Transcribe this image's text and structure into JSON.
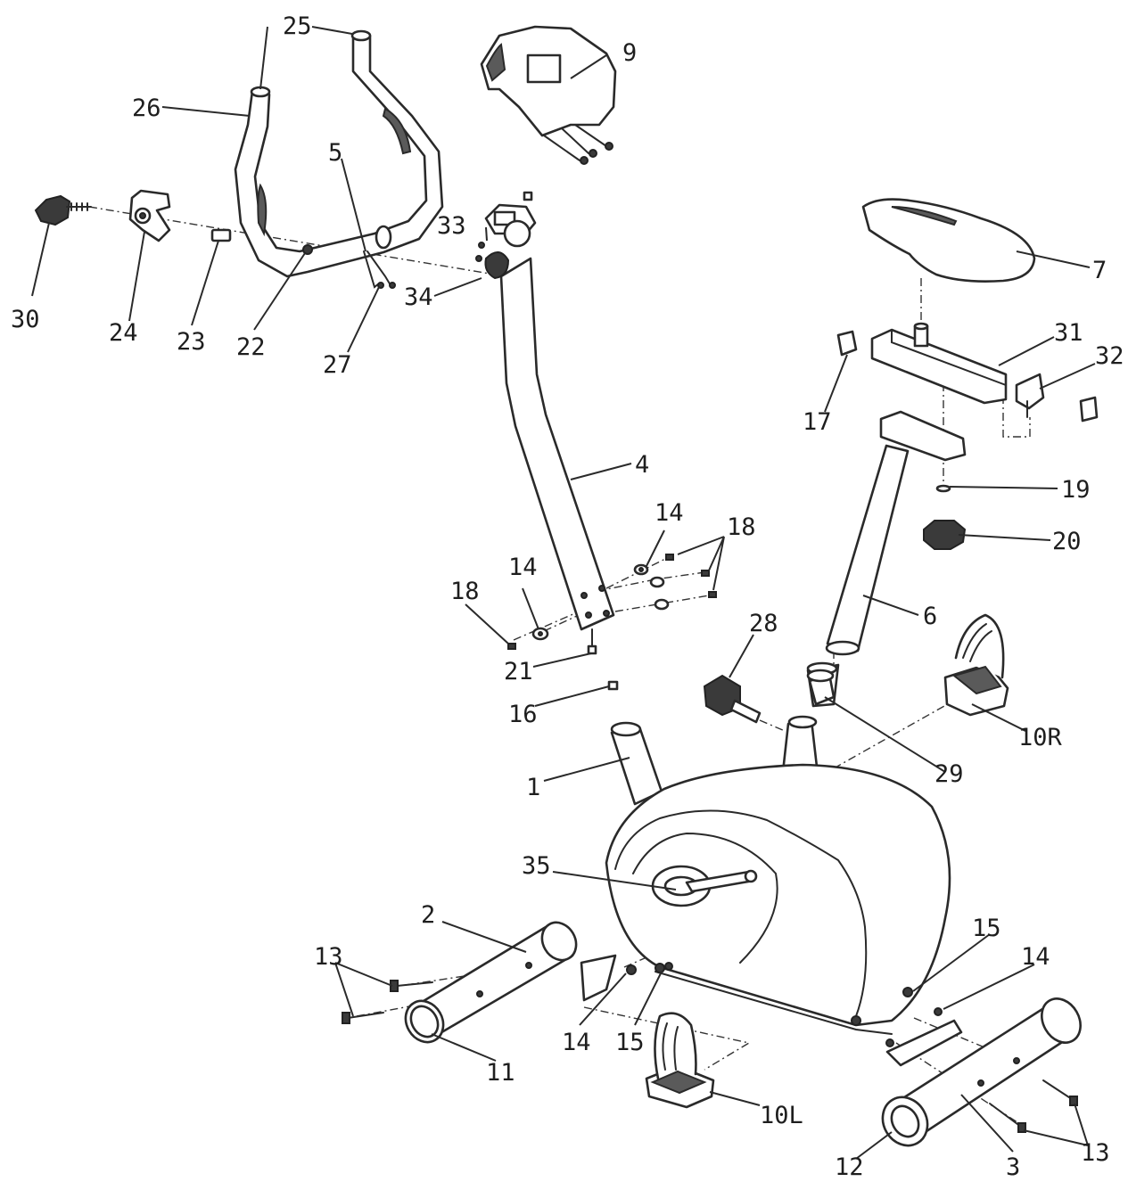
{
  "parts": [
    {
      "id": "p1",
      "number": "1"
    },
    {
      "id": "p2",
      "number": "2"
    },
    {
      "id": "p3",
      "number": "3"
    },
    {
      "id": "p4",
      "number": "4"
    },
    {
      "id": "p5",
      "number": "5"
    },
    {
      "id": "p6",
      "number": "6"
    },
    {
      "id": "p7",
      "number": "7"
    },
    {
      "id": "p9",
      "number": "9"
    },
    {
      "id": "p10l",
      "number": "10L"
    },
    {
      "id": "p10r",
      "number": "10R"
    },
    {
      "id": "p11",
      "number": "11"
    },
    {
      "id": "p12",
      "number": "12"
    },
    {
      "id": "p13a",
      "number": "13"
    },
    {
      "id": "p13b",
      "number": "13"
    },
    {
      "id": "p14a",
      "number": "14"
    },
    {
      "id": "p14b",
      "number": "14"
    },
    {
      "id": "p14c",
      "number": "14"
    },
    {
      "id": "p14d",
      "number": "14"
    },
    {
      "id": "p15a",
      "number": "15"
    },
    {
      "id": "p15b",
      "number": "15"
    },
    {
      "id": "p16",
      "number": "16"
    },
    {
      "id": "p17",
      "number": "17"
    },
    {
      "id": "p18a",
      "number": "18"
    },
    {
      "id": "p18b",
      "number": "18"
    },
    {
      "id": "p19",
      "number": "19"
    },
    {
      "id": "p20",
      "number": "20"
    },
    {
      "id": "p21",
      "number": "21"
    },
    {
      "id": "p22",
      "number": "22"
    },
    {
      "id": "p23",
      "number": "23"
    },
    {
      "id": "p24",
      "number": "24"
    },
    {
      "id": "p25",
      "number": "25"
    },
    {
      "id": "p26",
      "number": "26"
    },
    {
      "id": "p27",
      "number": "27"
    },
    {
      "id": "p28",
      "number": "28"
    },
    {
      "id": "p29",
      "number": "29"
    },
    {
      "id": "p30",
      "number": "30"
    },
    {
      "id": "p31",
      "number": "31"
    },
    {
      "id": "p32",
      "number": "32"
    },
    {
      "id": "p33",
      "number": "33"
    },
    {
      "id": "p34",
      "number": "34"
    },
    {
      "id": "p35",
      "number": "35"
    }
  ]
}
